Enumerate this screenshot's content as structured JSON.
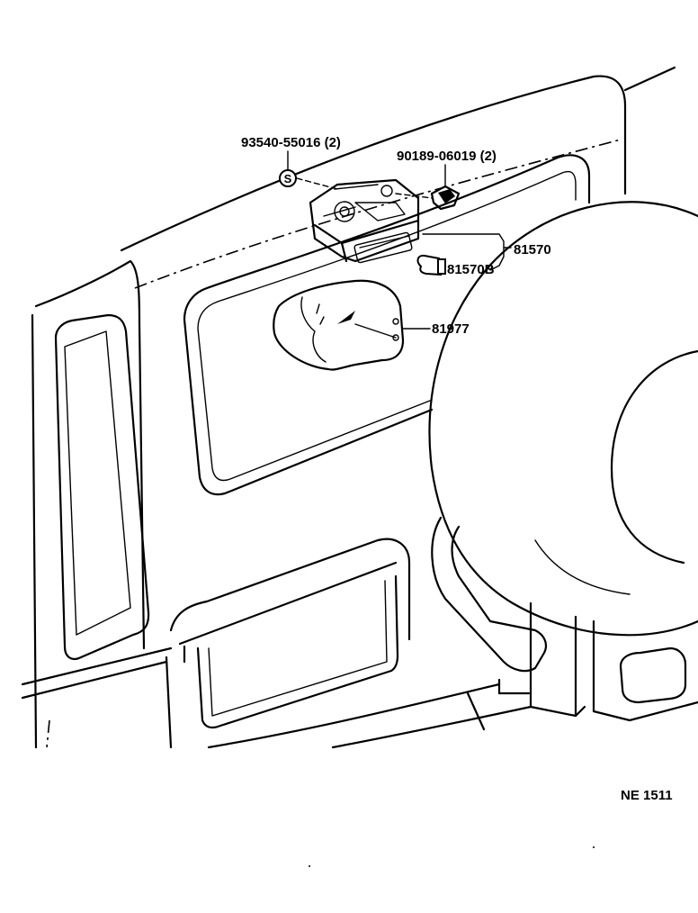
{
  "labels": {
    "part_screw": "93540-55016 (2)",
    "part_clip": "90189-06019 (2)",
    "part_lamp_assy": "81570",
    "part_bulb": "81570B",
    "part_cover": "81977",
    "screw_symbol": "S",
    "diagram_code": "NE 1511"
  },
  "colors": {
    "line": "#000000",
    "background": "#ffffff"
  }
}
